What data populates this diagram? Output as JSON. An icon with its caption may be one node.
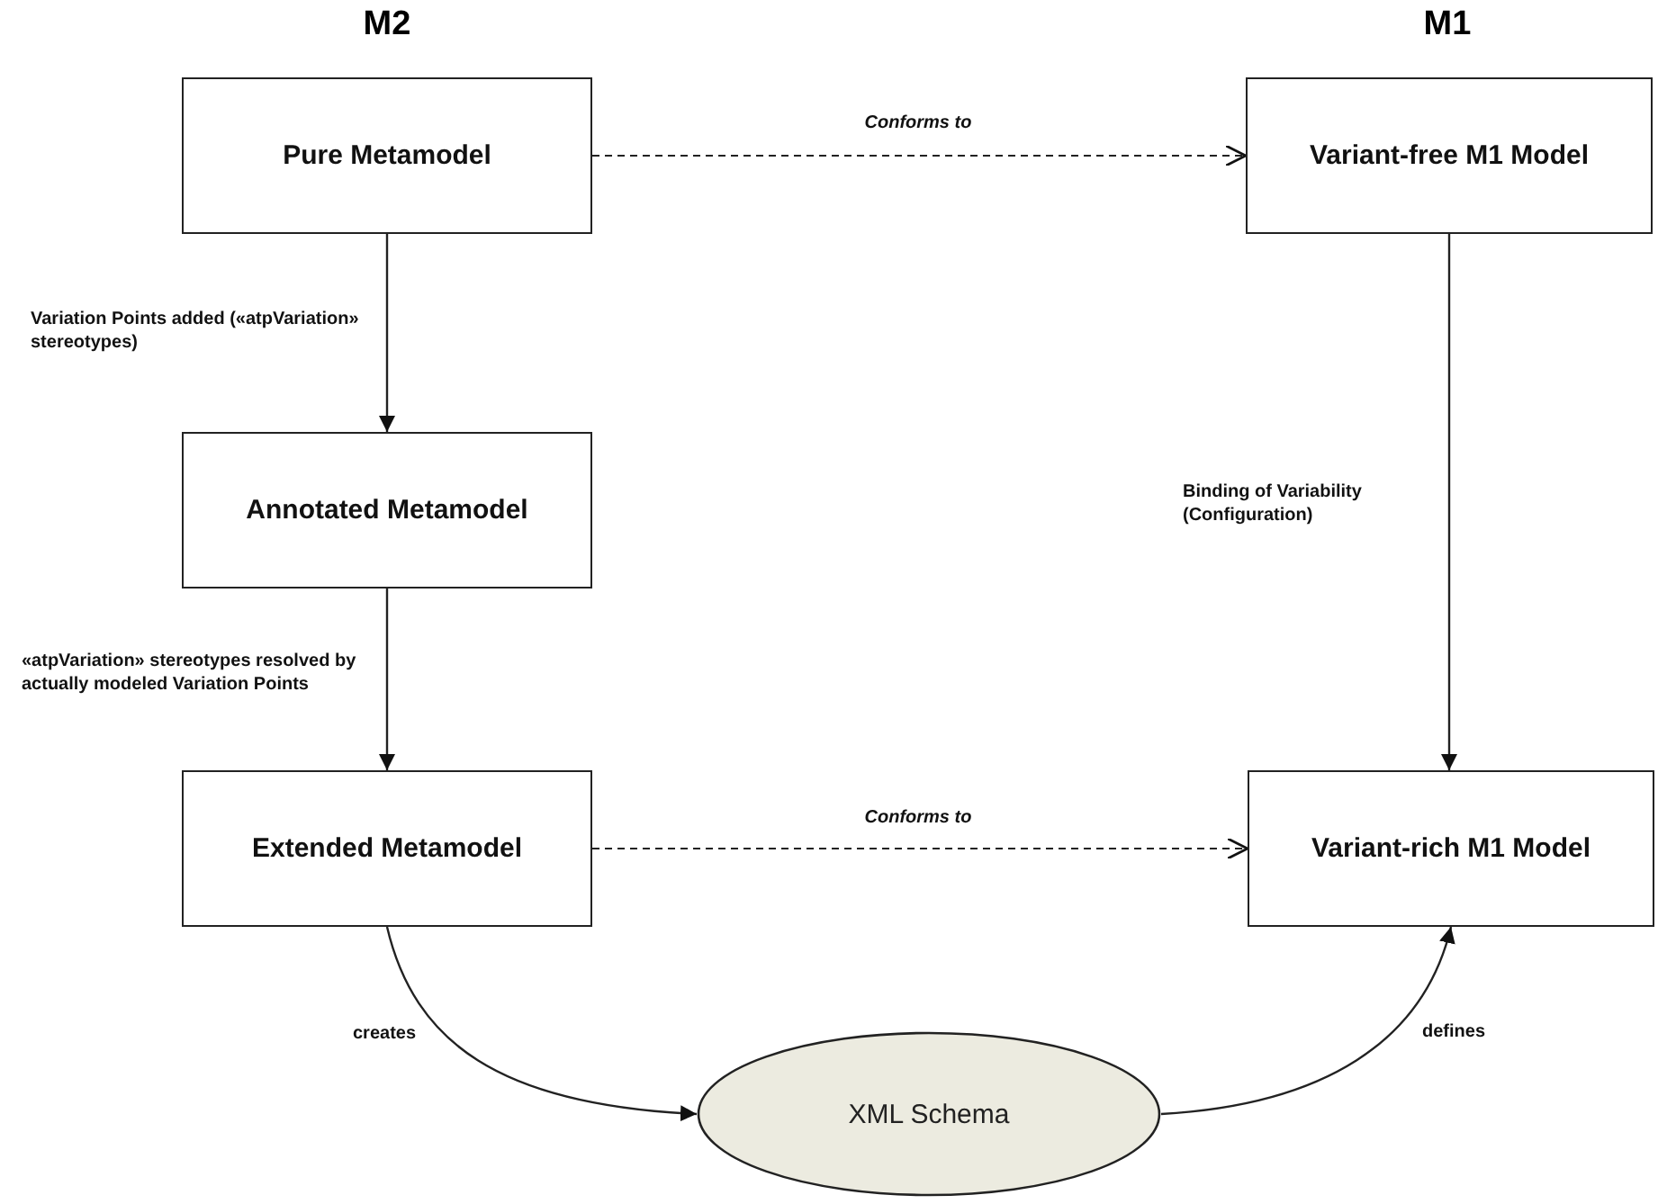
{
  "diagram": {
    "nodes": [
      {
        "text": [
          "Pure Metamodel"
        ]
      },
      {
        "text": [
          "Annotated Metamodel"
        ]
      },
      {
        "text": [
          "Extended Metamodel"
        ]
      },
      {
        "text": [
          "Variant-free M1 Model"
        ]
      },
      {
        "text": [
          "Variant-rich M1 Model"
        ]
      },
      {
        "text": [
          "XML Schema"
        ]
      }
    ],
    "edges": [
      {
        "from": 0,
        "to": 3,
        "arrow": "to",
        "style": "dashed",
        "label": "Conforms to"
      },
      {
        "from": 0,
        "to": 1,
        "arrow": "to",
        "label": "Variation Points added («atpVariation» stereotypes)"
      },
      {
        "from": 1,
        "to": 2,
        "arrow": "to",
        "label": "«atpVariation» stereotypes resolved by actually modeled Variation Points"
      },
      {
        "from": 3,
        "to": 4,
        "arrow": "to",
        "label": "Binding of Variability (Configuration)"
      },
      {
        "from": 2,
        "to": 4,
        "arrow": "to",
        "style": "dashed",
        "label": "Conforms to"
      },
      {
        "from": 2,
        "to": 5,
        "arrow": "to",
        "label": "creates"
      },
      {
        "from": 5,
        "to": 4,
        "arrow": "to",
        "label": "defines"
      }
    ],
    "labels": [
      "M2",
      "M1"
    ]
  }
}
